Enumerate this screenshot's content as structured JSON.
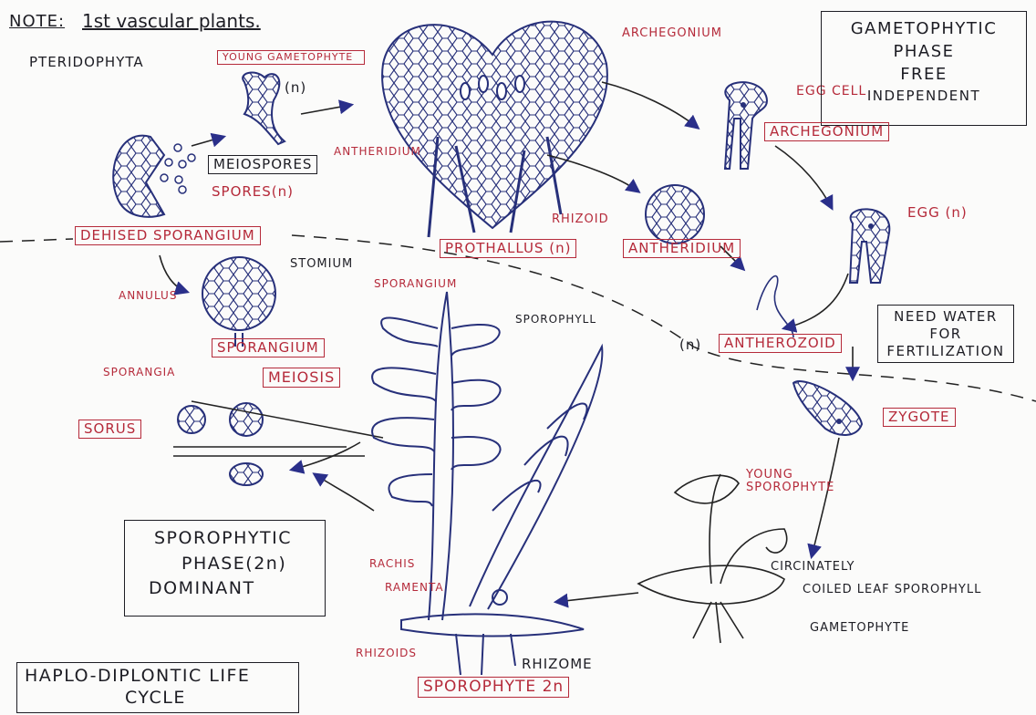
{
  "note": {
    "prefix": "NOTE:",
    "text": "1st vascular plants."
  },
  "group": "PTERIDOPHYTA",
  "labels": {
    "young_gametophyte": "YOUNG GAMETOPHYTE",
    "young_gametophyte_ploidy": "(n)",
    "meiospores": "MEIOSPORES",
    "spores": "SPORES(n)",
    "antheridium_top": "ANTHERIDIUM",
    "dehised_sporangium": "DEHISED SPORANGIUM",
    "archegonium_top": "ARCHEGONIUM",
    "egg_cell": "EGG CELL",
    "archegonium_box": "ARCHEGONIUM",
    "egg": "EGG (n)",
    "rhizoid": "RHIZOID",
    "prothallus": "PROTHALLUS (n)",
    "antheridium_box": "ANTHERIDIUM",
    "stomium": "STOMIUM",
    "annulus": "ANNULUS",
    "sporangium_top": "SPORANGIUM",
    "sporophyll": "SPOROPHYLL",
    "antherozoid_ploidy": "(n)",
    "antherozoid": "ANTHEROZOID",
    "sporangium_box": "SPORANGIUM",
    "sporangia": "SPORANGIA",
    "meiosis": "MEIOSIS",
    "sorus": "SORUS",
    "zygote": "ZYGOTE",
    "young_sporophyte": "YOUNG SPOROPHYTE",
    "rachis": "RACHIS",
    "ramenta": "RAMENTA",
    "circinately": "CIRCINATELY",
    "coiled": "COILED LEAF SPOROPHYLL",
    "gametophyte": "GAMETOPHYTE",
    "rhizoids": "RHIZOIDS",
    "rhizome": "RHIZOME",
    "sporophyte": "SPOROPHYTE 2n"
  },
  "boxes": {
    "gametophytic": [
      "GAMETOPHYTIC",
      "PHASE",
      "FREE",
      "INDEPENDENT"
    ],
    "water": [
      "NEED WATER",
      "FOR",
      "FERTILIZATION"
    ],
    "sporophytic": [
      "SPOROPHYTIC",
      "PHASE(2n)",
      "DOMINANT"
    ],
    "cycle": [
      "HAPLO-DIPLONTIC LIFE",
      "CYCLE"
    ]
  },
  "colors": {
    "ink_blue": "#27307a",
    "ink_red": "#b52a3a",
    "ink_black": "#1d1d24",
    "paper": "#fbfbfa"
  }
}
